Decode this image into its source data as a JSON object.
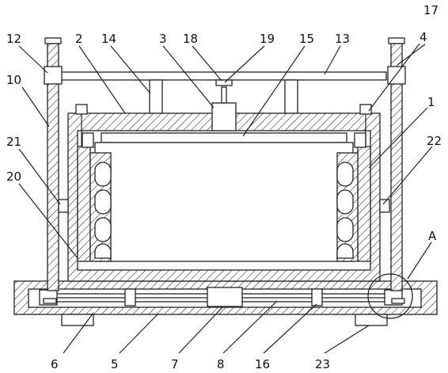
{
  "diagram": {
    "labels": {
      "l1": "1",
      "l2": "2",
      "l3": "3",
      "l4": "4",
      "l5": "5",
      "l6": "6",
      "l7": "7",
      "l8": "8",
      "l10": "10",
      "l12": "12",
      "l13": "13",
      "l14": "14",
      "l15": "15",
      "l16": "16",
      "l17": "17",
      "l18": "18",
      "l19": "19",
      "l20": "20",
      "l21": "21",
      "l22": "22",
      "l23": "23",
      "lA": "A"
    },
    "colors": {
      "stroke": "#222222",
      "hatch": "#222222",
      "background": "#ffffff"
    }
  }
}
